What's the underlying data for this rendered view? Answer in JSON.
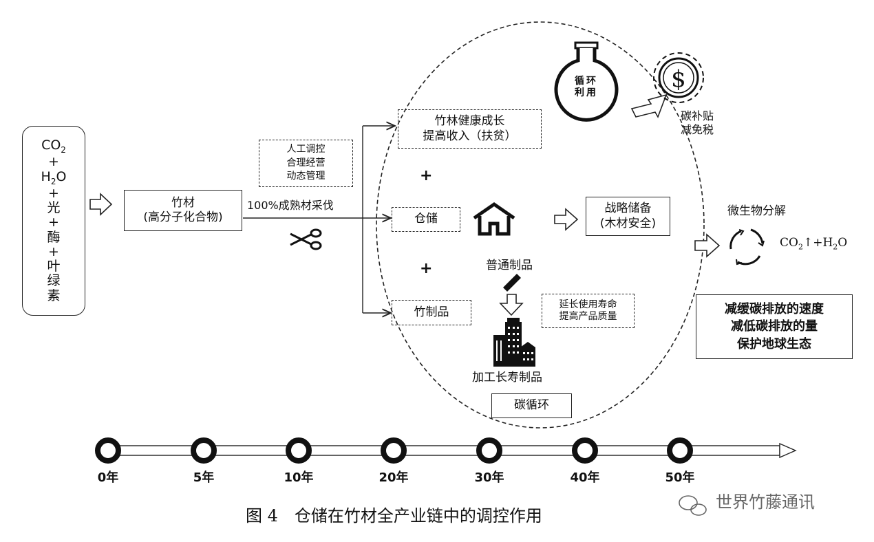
{
  "input": {
    "co2": "CO",
    "co2_sub": "2",
    "plus1": "+",
    "h2o_h": "H",
    "h2o_sub": "2",
    "h2o_o": "O",
    "plus2": "+",
    "light": "光",
    "plus3": "+",
    "enzyme": "酶",
    "plus4": "+",
    "chloro_1": "叶",
    "chloro_2": "绿",
    "chloro_3": "素"
  },
  "bamboo_box": {
    "line1": "竹材",
    "line2": "(高分子化合物)"
  },
  "harvest_label": "100%成熟材采伐",
  "management_box": {
    "line1": "人工调控",
    "line2": "合理经营",
    "line3": "动态管理"
  },
  "branches": {
    "health": {
      "line1": "竹林健康成长",
      "line2": "提高收入（扶贫）"
    },
    "plus_a": "+",
    "storage": "仓储",
    "plus_b": "+",
    "products": "竹制品"
  },
  "strategic_box": {
    "line1": "战略储备",
    "line2": "(木材安全)"
  },
  "flask_label": {
    "line1": "循环",
    "line2": "利用"
  },
  "subsidy_label": {
    "line1": "碳补贴",
    "line2": "减免税"
  },
  "ordinary_products": "普通制品",
  "extend_box": {
    "line1": "延长使用寿命",
    "line2": "提高产品质量"
  },
  "long_life_products": "加工长寿制品",
  "carbon_cycle": "碳循环",
  "decomposition": "微生物分解",
  "co2_out": {
    "co": "CO",
    "sub2": "2",
    "rest": "↑+H",
    "sub2b": "2",
    "o": "O"
  },
  "effect_box": {
    "line1": "减缓碳排放的速度",
    "line2": "减低碳排放的量",
    "line3": "保护地球生态"
  },
  "timeline": [
    "0年",
    "5年",
    "10年",
    "20年",
    "30年",
    "40年",
    "50年"
  ],
  "caption": "图 4　仓储在竹材全产业链中的调控作用",
  "watermark": "世界竹藤通讯",
  "icons": {
    "scissors": "scissors-icon",
    "house": "house-icon",
    "flask": "flask-icon",
    "dollar": "dollar-gear-icon",
    "recycle": "recycle-icon",
    "buildings": "buildings-icon",
    "stick": "bamboo-stick-icon",
    "wechat": "wechat-icon"
  }
}
